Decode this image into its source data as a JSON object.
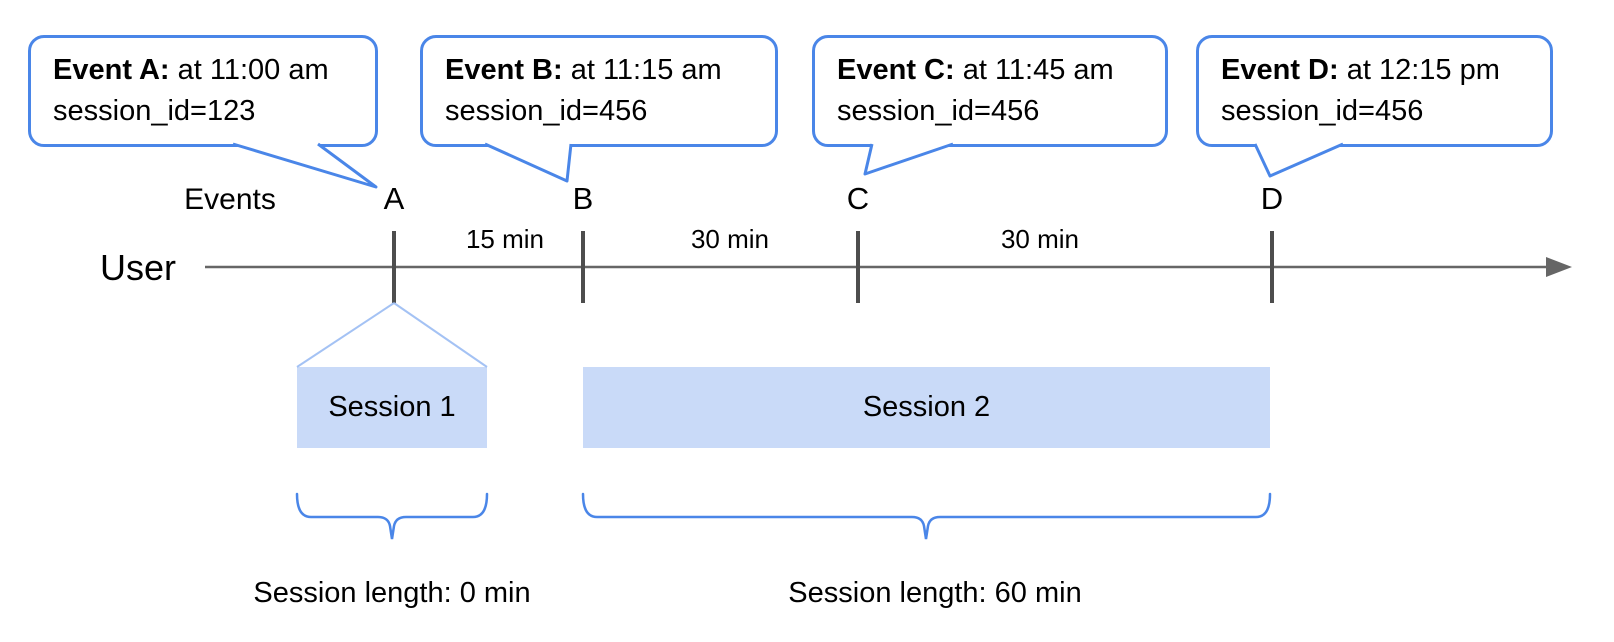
{
  "axis": {
    "events_label": "Events",
    "user_label": "User"
  },
  "bubbles": [
    {
      "letter": "A",
      "title": "Event A:",
      "time_text": " at 11:00 am",
      "session_text": "session_id=123"
    },
    {
      "letter": "B",
      "title": "Event B:",
      "time_text": " at 11:15 am",
      "session_text": "session_id=456"
    },
    {
      "letter": "C",
      "title": "Event C:",
      "time_text": " at 11:45 am",
      "session_text": "session_id=456"
    },
    {
      "letter": "D",
      "title": "Event D:",
      "time_text": " at 12:15 pm",
      "session_text": "session_id=456"
    }
  ],
  "intervals": [
    {
      "label": "15 min"
    },
    {
      "label": "30 min"
    },
    {
      "label": "30 min"
    }
  ],
  "sessions": [
    {
      "label": "Session 1",
      "length_label": "Session length: 0 min"
    },
    {
      "label": "Session 2",
      "length_label": "Session length: 60 min"
    }
  ],
  "colors": {
    "accent_blue": "#4a86e8",
    "session_fill": "#c9daf8",
    "funnel_blue": "#a4c2f4",
    "axis_gray": "#666666",
    "tick_gray": "#4d4d4d"
  }
}
